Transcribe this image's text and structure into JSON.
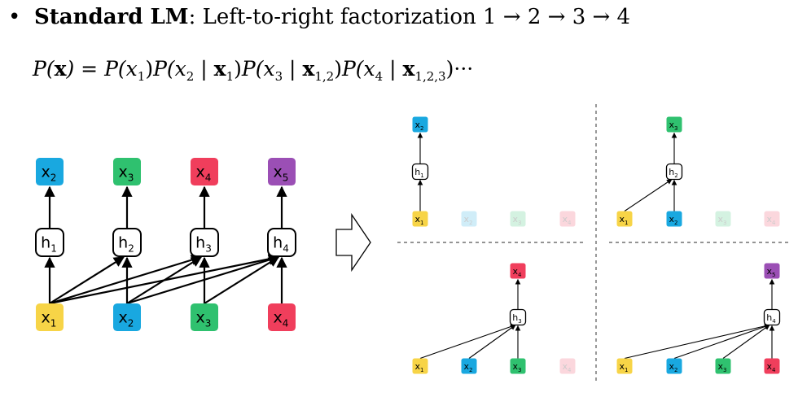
{
  "heading": {
    "bullet": "•",
    "bold_label": "Standard LM",
    "rest": ": Left-to-right factorization 1 → 2 → 3 → 4"
  },
  "formula": {
    "lhs": "P(x) = ",
    "terms": [
      {
        "p": "P(",
        "var": "x",
        "sub": "1",
        "cond": "",
        "csub": ""
      },
      {
        "p": "P(",
        "var": "x",
        "sub": "2",
        "cond": " | x",
        "csub": "1"
      },
      {
        "p": "P(",
        "var": "x",
        "sub": "3",
        "cond": " | x",
        "csub": "1,2"
      },
      {
        "p": "P(",
        "var": "x",
        "sub": "4",
        "cond": " | x",
        "csub": "1,2,3"
      }
    ],
    "ellipsis": "···"
  },
  "colors": {
    "x1": "#f7d447",
    "x2": "#19a8e0",
    "x3": "#2fc16f",
    "x4": "#f03e5c",
    "x5": "#9b4fb5"
  },
  "main_diagram": {
    "inputs": [
      {
        "label": "x",
        "sub": "1",
        "color": "#f7d447"
      },
      {
        "label": "x",
        "sub": "2",
        "color": "#19a8e0"
      },
      {
        "label": "x",
        "sub": "3",
        "color": "#2fc16f"
      },
      {
        "label": "x",
        "sub": "4",
        "color": "#f03e5c"
      }
    ],
    "hidden": [
      {
        "label": "h",
        "sub": "1"
      },
      {
        "label": "h",
        "sub": "2"
      },
      {
        "label": "h",
        "sub": "3"
      },
      {
        "label": "h",
        "sub": "4"
      }
    ],
    "outputs": [
      {
        "label": "x",
        "sub": "2",
        "color": "#19a8e0"
      },
      {
        "label": "x",
        "sub": "3",
        "color": "#2fc16f"
      },
      {
        "label": "x",
        "sub": "4",
        "color": "#f03e5c"
      },
      {
        "label": "x",
        "sub": "5",
        "color": "#9b4fb5"
      }
    ]
  },
  "panels": [
    {
      "hidden": {
        "label": "h",
        "sub": "1"
      },
      "output": {
        "label": "x",
        "sub": "2",
        "color": "#19a8e0"
      },
      "visible_inputs": 1
    },
    {
      "hidden": {
        "label": "h",
        "sub": "2"
      },
      "output": {
        "label": "x",
        "sub": "3",
        "color": "#2fc16f"
      },
      "visible_inputs": 2
    },
    {
      "hidden": {
        "label": "h",
        "sub": "3"
      },
      "output": {
        "label": "x",
        "sub": "4",
        "color": "#f03e5c"
      },
      "visible_inputs": 3
    },
    {
      "hidden": {
        "label": "h",
        "sub": "4"
      },
      "output": {
        "label": "x",
        "sub": "5",
        "color": "#9b4fb5"
      },
      "visible_inputs": 4
    }
  ]
}
